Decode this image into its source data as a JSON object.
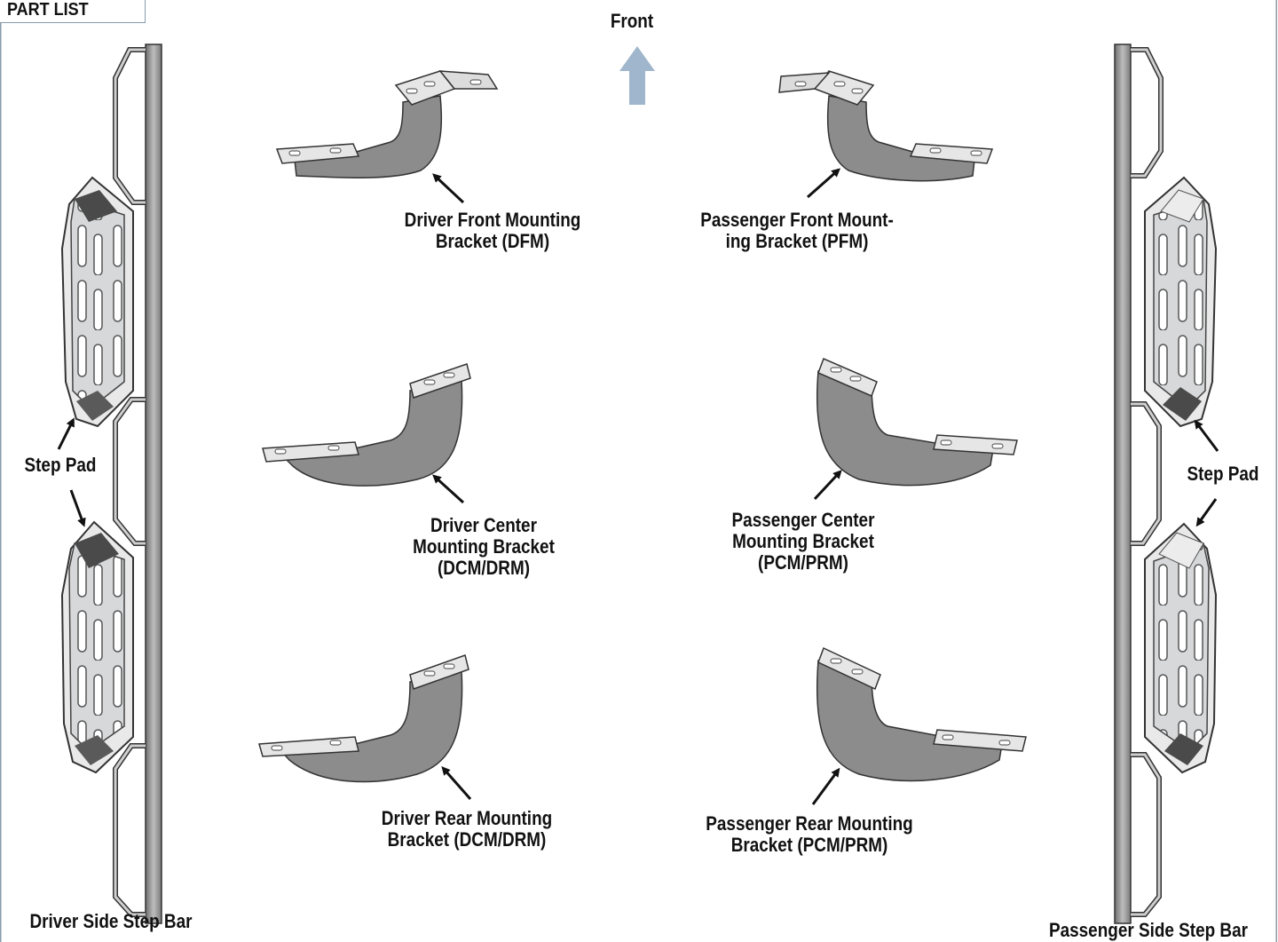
{
  "tab_label": "PART LIST",
  "direction": {
    "label": "Front",
    "arrow_color": "#9fb6cc"
  },
  "labels": {
    "dfm": [
      "Driver Front Mounting",
      "Bracket (DFM)"
    ],
    "pfm": [
      "Passenger Front Mount-",
      "ing Bracket (PFM)"
    ],
    "dcm": [
      "Driver Center",
      "Mounting Bracket",
      "(DCM/DRM)"
    ],
    "pcm": [
      "Passenger Center",
      "Mounting Bracket",
      "(PCM/PRM)"
    ],
    "drm": [
      "Driver Rear Mounting",
      "Bracket (DCM/DRM)"
    ],
    "prm": [
      "Passenger Rear Mounting",
      "Bracket (PCM/PRM)"
    ],
    "step_pad_left": "Step Pad",
    "step_pad_right": "Step Pad",
    "driver_bar": "Driver Side Step Bar",
    "passenger_bar": "Passenger Side Step Bar"
  },
  "colors": {
    "frame": "#8a9ba8",
    "bracket": "#8c8c8c",
    "metal": "#d9d9d9",
    "pad_dark": "#4a4a4a"
  }
}
